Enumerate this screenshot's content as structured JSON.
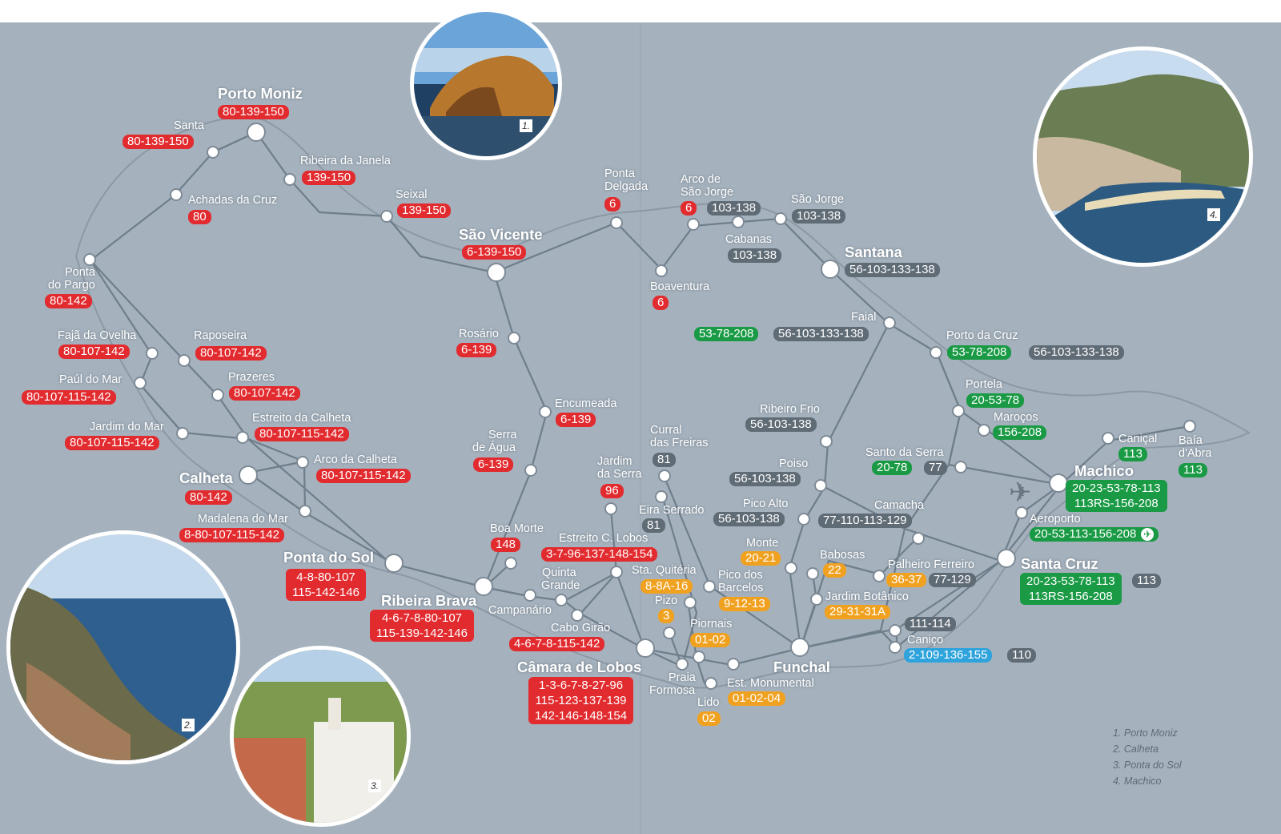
{
  "colors": {
    "sea": "#a5b2be",
    "line": "#6f7e8b",
    "coast": "#8a96a2",
    "red": "#e22b2f",
    "gray": "#5f6b75",
    "green": "#1a9a45",
    "orange": "#f0a120",
    "blue": "#2ea3dc"
  },
  "places": {
    "porto_moniz": "Porto Moniz",
    "santa": "Santa",
    "ribeira_janela": "Ribeira da Janela",
    "achadas_cruz": "Achadas da Cruz",
    "seixal": "Seixal",
    "sao_vicente": "São Vicente",
    "ponta_delgada": [
      "Ponta",
      "Delgada"
    ],
    "arco_sao_jorge": [
      "Arco de",
      "São Jorge"
    ],
    "sao_jorge": "São Jorge",
    "cabanas": "Cabanas",
    "santana": "Santana",
    "boaventura": "Boaventura",
    "ponta_pargo": [
      "Ponta",
      "do Pargo"
    ],
    "faja_ovelha": "Fajã da Ovelha",
    "raposeira": "Raposeira",
    "paul_mar": "Paúl do Mar",
    "prazeres": "Prazeres",
    "jardim_mar": "Jardim do Mar",
    "estreito_calheta": "Estreito da Calheta",
    "arco_calheta": "Arco da Calheta",
    "calheta": "Calheta",
    "madalena_mar": "Madalena do Mar",
    "ponta_sol": "Ponta do Sol",
    "ribeira_brava": "Ribeira Brava",
    "rosario": "Rosário",
    "encumeada": "Encumeada",
    "serra_agua": [
      "Serra",
      "de Água"
    ],
    "boa_morte": "Boa Morte",
    "campanario": "Campanário",
    "quinta_grande": [
      "Quinta",
      "Grande"
    ],
    "cabo_girao": "Cabo Girão",
    "camara_lobos": "Câmara de Lobos",
    "jardim_serra": [
      "Jardim",
      "da Serra"
    ],
    "estreito_lobos": "Estreito C. Lobos",
    "curral_freiras": [
      "Curral",
      "das Freiras"
    ],
    "eira_serrado": "Eira Serrado",
    "sta_quiteria": "Sta. Quitéria",
    "pizo": "Pizo",
    "piornais": "Piornais",
    "praia_formosa": [
      "Praia",
      "Formosa"
    ],
    "lido": "Lido",
    "est_monumental": "Est. Monumental",
    "funchal": "Funchal",
    "pico_barcelos": [
      "Pico dos",
      "Barcelos"
    ],
    "monte": "Monte",
    "babosas": "Babosas",
    "jardim_botanico": "Jardim Botânico",
    "pico_alto": "Pico Alto",
    "poiso": "Poiso",
    "ribeiro_frio": "Ribeiro Frio",
    "faial": "Faial",
    "porto_cruz": "Porto da Cruz",
    "portela": "Portela",
    "marocos": "Maroços",
    "santo_serra": "Santo da Serra",
    "camacha": "Camacha",
    "palheiro_ferreiro": "Palheiro Ferreiro",
    "canico": "Caniço",
    "machico": "Machico",
    "canical": "Caniçal",
    "baia_abra": [
      "Baía",
      "d'Abra"
    ],
    "aeroporto": "Aeroporto",
    "santa_cruz": "Santa Cruz"
  },
  "routes": {
    "porto_moniz": "80-139-150",
    "santa": "80-139-150",
    "ribeira_janela": "139-150",
    "achadas_cruz": "80",
    "seixal": "139-150",
    "sao_vicente": "6-139-150",
    "ponta_delgada": "6",
    "arco_sao_jorge_red": "6",
    "arco_sao_jorge_gray": "103-138",
    "sao_jorge": "103-138",
    "cabanas": "103-138",
    "santana": "56-103-133-138",
    "boaventura": "6",
    "ponta_pargo": "80-142",
    "faja_ovelha": "80-107-142",
    "raposeira": "80-107-142",
    "paul_mar": "80-107-115-142",
    "prazeres": "80-107-142",
    "jardim_mar": "80-107-115-142",
    "estreito_calheta": "80-107-115-142",
    "arco_calheta": "80-107-115-142",
    "calheta": "80-142",
    "madalena_mar": "8-80-107-115-142",
    "ponta_sol": [
      "4-8-80-107",
      "115-142-146"
    ],
    "ribeira_brava": [
      "4-6-7-8-80-107",
      "115-139-142-146"
    ],
    "rosario": "6-139",
    "encumeada": "6-139",
    "serra_agua": "6-139",
    "boa_morte": "148",
    "cabo_girao": "4-6-7-8-115-142",
    "camara_lobos": [
      "1-3-6-7-8-27-96",
      "115-123-137-139",
      "142-146-148-154"
    ],
    "jardim_serra": "96",
    "estreito_lobos": "3-7-96-137-148-154",
    "curral_freiras": "81",
    "eira_serrado": "81",
    "sta_quiteria": "8-8A-16",
    "pizo": "3",
    "piornais": "01-02",
    "lido": "02",
    "est_monumental": "01-02-04",
    "pico_barcelos": "9-12-13",
    "monte": "20-21",
    "babosas": "22",
    "jardim_botanico": "29-31-31A",
    "pico_alto": "56-103-138",
    "poiso": "56-103-138",
    "ribeiro_frio": "56-103-138",
    "faial_green": "53-78-208",
    "faial_gray": "56-103-133-138",
    "porto_cruz_green": "53-78-208",
    "porto_cruz_gray": "56-103-133-138",
    "portela": "20-53-78",
    "marocos": "156-208",
    "santo_serra_green": "20-78",
    "santo_serra_gray": "77",
    "camacha": "77-110-113-129",
    "palheiro_orange": "36-37",
    "palheiro_gray": "77-129",
    "canico_111": "111-114",
    "canico_blue": "2-109-136-155",
    "canico_gray": "110",
    "machico": [
      "20-23-53-78-113",
      "113RS-156-208"
    ],
    "canical": "113",
    "baia_abra": "113",
    "aeroporto": "20-53-113-156-208",
    "santa_cruz_green": [
      "20-23-53-78-113",
      "113RS-156-208"
    ],
    "santa_cruz_gray": "113"
  },
  "photos": {
    "p1": "1.",
    "p2": "2.",
    "p3": "3.",
    "p4": "4."
  },
  "legend": [
    "1. Porto Moniz",
    "2. Calheta",
    "3. Ponta do Sol",
    "4. Machico"
  ],
  "icons": {
    "airport": "airplane-icon"
  }
}
